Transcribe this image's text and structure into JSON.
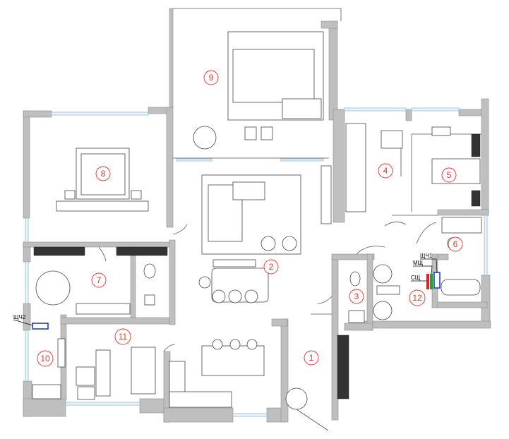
{
  "rooms": [
    {
      "id": "room-1",
      "label": "1"
    },
    {
      "id": "room-2",
      "label": "2"
    },
    {
      "id": "room-3",
      "label": "3"
    },
    {
      "id": "room-4",
      "label": "4"
    },
    {
      "id": "room-5",
      "label": "5"
    },
    {
      "id": "room-6",
      "label": "6"
    },
    {
      "id": "room-7",
      "label": "7"
    },
    {
      "id": "room-8",
      "label": "8"
    },
    {
      "id": "room-9",
      "label": "9"
    },
    {
      "id": "room-10",
      "label": "10"
    },
    {
      "id": "room-11",
      "label": "11"
    },
    {
      "id": "room-12",
      "label": "12"
    }
  ],
  "panels": {
    "shch1": "ЩЧ1",
    "msh": "МЩ",
    "ssh": "СЩ",
    "shch2": "ЩЧ2"
  },
  "colors": {
    "room_number": "#e0362b",
    "wall": "#bfbfbf",
    "window": "#8fb8d6",
    "panel_red": "#e02020",
    "panel_green": "#2aa02a",
    "panel_blue": "#1f3fd0"
  }
}
